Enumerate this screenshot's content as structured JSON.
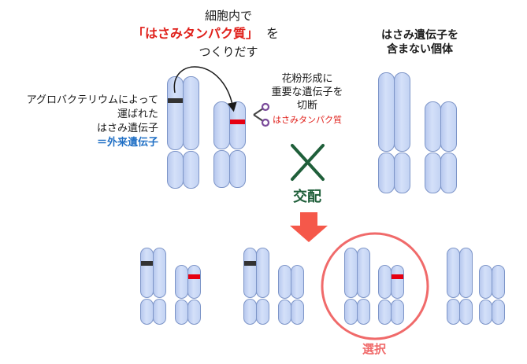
{
  "top_caption": {
    "line1": "細胞内で",
    "highlight": "「はさみタンパク質」",
    "line2_suffix": "を",
    "line3": "つくりだす"
  },
  "right_caption": {
    "line1": "はさみ遺伝子を",
    "line2": "含まない個体"
  },
  "left_caption": {
    "line1": "アグロバクテリウムによって",
    "line2": "運ばれた",
    "line3": "はさみ遺伝子",
    "line4": "＝外来遺伝子"
  },
  "cut_caption": {
    "line1": "花粉形成に",
    "line2": "重要な遺伝子を",
    "line3": "切断",
    "protein": "はさみタンパク質"
  },
  "cross_label": "交配",
  "select_label": "選択",
  "colors": {
    "red_text": "#e0201b",
    "blue_text": "#1f6fc5",
    "cross_green": "#1f5f3a",
    "arrow_orange": "#f5584a",
    "circle_red": "#f06a6a",
    "select_red": "#f06a6a",
    "chromosome_fill": "#c7d6f4",
    "chromosome_edge": "#7d95c8",
    "band_dark": "#333333",
    "band_red": "#e60012"
  },
  "icons": {
    "scissors": "scissors-icon",
    "cross": "cross-mark-icon",
    "curved_arrow": "curved-arrow-icon",
    "down_arrow": "down-arrow-icon"
  }
}
